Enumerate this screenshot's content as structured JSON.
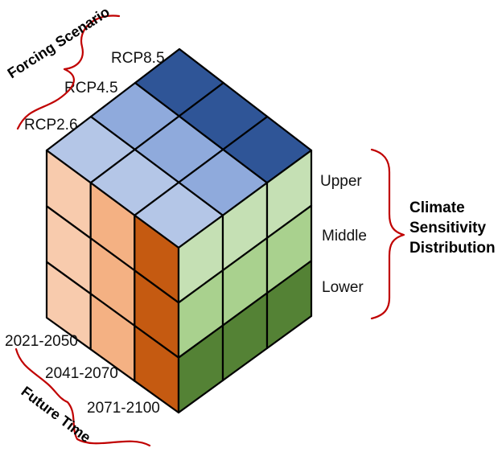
{
  "axes": {
    "forcing": {
      "title": "Forcing Scenario",
      "labels": [
        "RCP2.6",
        "RCP4.5",
        "RCP8.5"
      ]
    },
    "sensitivity": {
      "title_lines": [
        "Climate",
        "Sensitivity",
        "Distribution"
      ],
      "labels": [
        "Upper",
        "Middle",
        "Lower"
      ]
    },
    "time": {
      "title": "Future Time",
      "labels": [
        "2021-2050",
        "2041-2070",
        "2071-2100"
      ]
    }
  },
  "colors": {
    "top": [
      [
        "#b4c6e7",
        "#8faadc",
        "#2f5597"
      ],
      [
        "#b4c6e7",
        "#8faadc",
        "#2f5597"
      ],
      [
        "#b4c6e7",
        "#8faadc",
        "#2f5597"
      ]
    ],
    "left": [
      "#f8cbad",
      "#f4b183",
      "#c55a11"
    ],
    "right": [
      "#c5e0b4",
      "#a9d18e",
      "#548235"
    ],
    "brace": "#c00000",
    "edge": "#000000"
  }
}
